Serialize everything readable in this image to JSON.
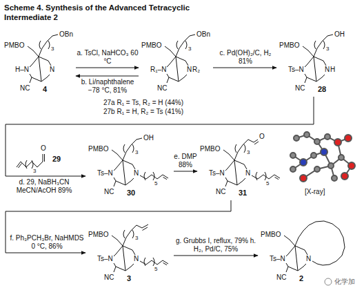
{
  "diagram": {
    "title": "Scheme 4. Synthesis of the Advanced Tetracyclic Intermediate 2",
    "nodes": [
      {
        "text": [
          "PMBO",
          "OBn",
          "3",
          "H–N",
          "N",
          "NC",
          "4"
        ]
      },
      {
        "text": [
          "PMBO",
          "OBn",
          "3",
          "R₁–N",
          "N",
          "R₂",
          "NC",
          "27a R₁ = Ts, R₂ = H (44%)",
          "27b R₁ = H, R₂ = Ts (41%)"
        ]
      },
      {
        "text": [
          "PMBO",
          "OH",
          "3",
          "Ts–N",
          "N",
          "H",
          "NC",
          "28"
        ]
      },
      {
        "text": [
          "O",
          "3",
          "29"
        ]
      },
      {
        "text": [
          "PMBO",
          "OH",
          "3",
          "Ts–N",
          "N",
          "5",
          "NC",
          "30"
        ]
      },
      {
        "text": [
          "PMBO",
          "O",
          "3",
          "Ts–N",
          "N",
          "5",
          "NC",
          "31"
        ]
      },
      {
        "text": [
          "[X-ray]"
        ]
      },
      {
        "text": [
          "PMBO",
          "3",
          "Ts–N",
          "N",
          "5",
          "NC",
          "3"
        ]
      },
      {
        "text": [
          "PMBO",
          "Ts–N",
          "N",
          "NC",
          "2"
        ]
      }
    ],
    "edges": [
      {
        "from": 0,
        "to": 1,
        "label": "a. TsCl, NaHCO₃ 60 °C",
        "arrow": "to"
      },
      {
        "from": 1,
        "to": 0,
        "label": "b. Li/naphthalene −78 °C, 81%",
        "arrow": "to"
      },
      {
        "from": 1,
        "to": 2,
        "label": "c. Pd(OH)₂/C, H₂ 81%",
        "arrow": "to"
      },
      {
        "from": 2,
        "to": 4,
        "label": "d. 29, NaBH₃CN MeCN/AcOH 89%",
        "arrow": "to"
      },
      {
        "from": 4,
        "to": 5,
        "label": "e. DMP 88%",
        "arrow": "to"
      },
      {
        "from": 5,
        "to": 7,
        "label": "f. Ph₃PCH₃Br, NaHMDS 0 °C, 86%",
        "arrow": "to"
      },
      {
        "from": 7,
        "to": 8,
        "label": "g. Grubbs I, reflux, 79% h. H₂, Pd/C, 75%",
        "arrow": "to"
      }
    ],
    "labels": [
      "化学加"
    ]
  }
}
